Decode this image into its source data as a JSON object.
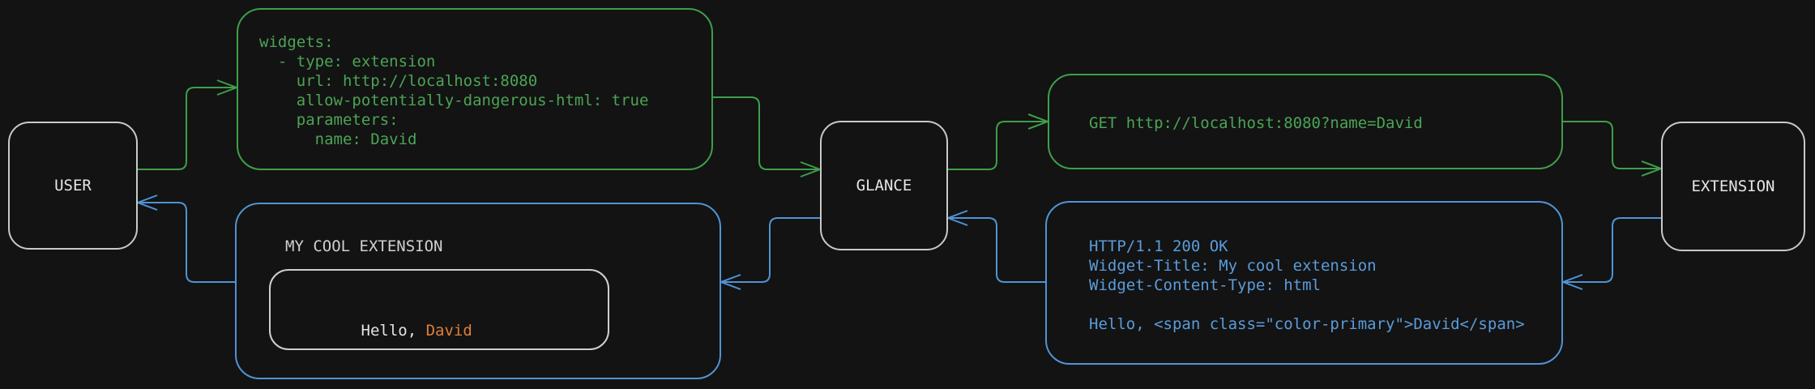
{
  "diagram": {
    "nodes": {
      "user": {
        "label": "USER"
      },
      "glance": {
        "label": "GLANCE"
      },
      "extension": {
        "label": "EXTENSION"
      }
    },
    "config_box": {
      "yaml": "widgets:\n  - type: extension\n    url: http://localhost:8080\n    allow-potentially-dangerous-html: true\n    parameters:\n      name: David"
    },
    "request_box": {
      "text": "GET http://localhost:8080?name=David"
    },
    "response_box": {
      "text": "HTTP/1.1 200 OK\nWidget-Title: My cool extension\nWidget-Content-Type: html\n\nHello, <span class=\"color-primary\">David</span>"
    },
    "widget_preview": {
      "title": "MY COOL EXTENSION",
      "greeting": "Hello, ",
      "name": "David"
    },
    "colors": {
      "green": "#3f9e49",
      "blue": "#4f94d4",
      "orange": "#e07f39",
      "node_border": "#c9c9c9",
      "text": "#e6e6e6",
      "background": "#131313"
    }
  }
}
